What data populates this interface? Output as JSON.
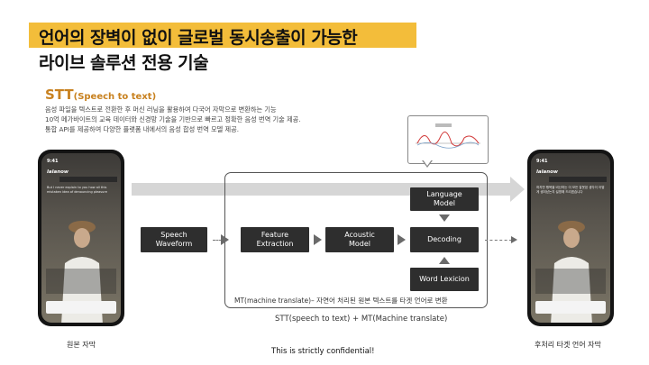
{
  "headline": {
    "line1": "언어의 장벽이 없이 글로벌 동시송출이 가능한",
    "line2": "라이브 솔루션 전용 기술"
  },
  "stt": {
    "title_main": "STT",
    "title_paren": "(Speech to text)",
    "desc": [
      "음성 파일을 텍스트로 전환한 후 머신 러닝을 활용하여 다국어 자막으로 변환하는 기능",
      "10억 메가바이트의 교육 데이터와 신경망 기술을 기반으로 빠르고 정확한 음성 번역 기술 제공.",
      "통합 API를 제공하여 다양한 플랫폼 내에서의 음성 합성 번역 모델 제공."
    ]
  },
  "phones": {
    "left": {
      "label": "원본 자막",
      "brand": "lalanow",
      "time": "9:41",
      "caption": "But I never explain to you how all this mistaken idea of denouncing pleasure"
    },
    "right": {
      "label": "후처리 타겟 언어 자막",
      "brand": "lalanow",
      "time": "9:41",
      "caption": "하지만 행복을 비난하는 이 모든 잘못된 생각이 어떻게 생겨났는지 설명해 드리겠습니다"
    }
  },
  "flow": {
    "speech_waveform": "Speech\nWaveform",
    "feature_extraction": "Feature\nExtraction",
    "acoustic_model": "Acoustic\nModel",
    "decoding": "Decoding",
    "language_model": "Language\nModel",
    "word_lexicon": "Word Lexicion",
    "box_caption": "MT(machine translate)– 자연어 처리된 원본 텍스트를 타겟 언어로 변환",
    "below_caption": "STT(speech to text) + MT(Machine translate)"
  },
  "footer": {
    "confidential": "This is strictly confidential!"
  },
  "colors": {
    "accent": "#f3bd3a",
    "stt_title": "#c8811f",
    "node": "#2e2e2e"
  }
}
